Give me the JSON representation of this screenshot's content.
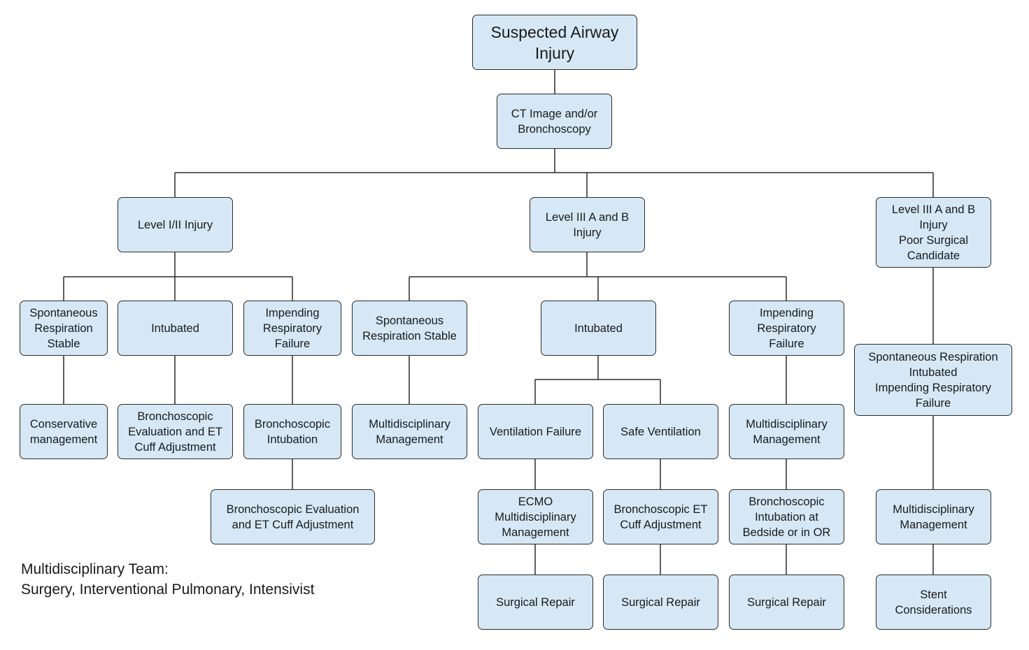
{
  "nodes": {
    "root": "Suspected Airway\nInjury",
    "ct": "CT Image and/or\nBronchoscopy",
    "l12": "Level I/II Injury",
    "l3": "Level III A and B\nInjury",
    "l3p": "Level III A and B\nInjury\nPoor Surgical\nCandidate",
    "a_spont": "Spontaneous\nRespiration\nStable",
    "a_intub": "Intubated",
    "a_imp": "Impending\nRespiratory\nFailure",
    "a_cons": "Conservative\nmanagement",
    "a_beval": "Bronchoscopic\nEvaluation and ET\nCuff Adjustment",
    "a_bintub": "Bronchoscopic\nIntubation",
    "a_beval2": "Bronchoscopic Evaluation\nand ET Cuff Adjustment",
    "b_spont": "Spontaneous\nRespiration Stable",
    "b_intub": "Intubated",
    "b_imp": "Impending\nRespiratory\nFailure",
    "b_multi": "Multidisciplinary\nManagement",
    "b_vfail": "Ventilation Failure",
    "b_safe": "Safe Ventilation",
    "b_multi2": "Multidisciplinary\nManagement",
    "b_ecmo": "ECMO\nMultidisciplinary\nManagement",
    "b_betcuff": "Bronchoscopic ET\nCuff Adjustment",
    "b_bintub": "Bronchoscopic\nIntubation at\nBedside or in OR",
    "b_surg1": "Surgical Repair",
    "b_surg2": "Surgical Repair",
    "b_surg3": "Surgical Repair",
    "c_combined": "Spontaneous Respiration\nIntubated\nImpending Respiratory\nFailure",
    "c_multi": "Multidisciplinary\nManagement",
    "c_stent": "Stent\nConsiderations"
  },
  "team": {
    "line1": "Multidisciplinary Team:",
    "line2": "Surgery, Interventional Pulmonary, Intensivist"
  },
  "colors": {
    "box_fill": "#d6e8f5",
    "border": "#2b2b2b"
  }
}
